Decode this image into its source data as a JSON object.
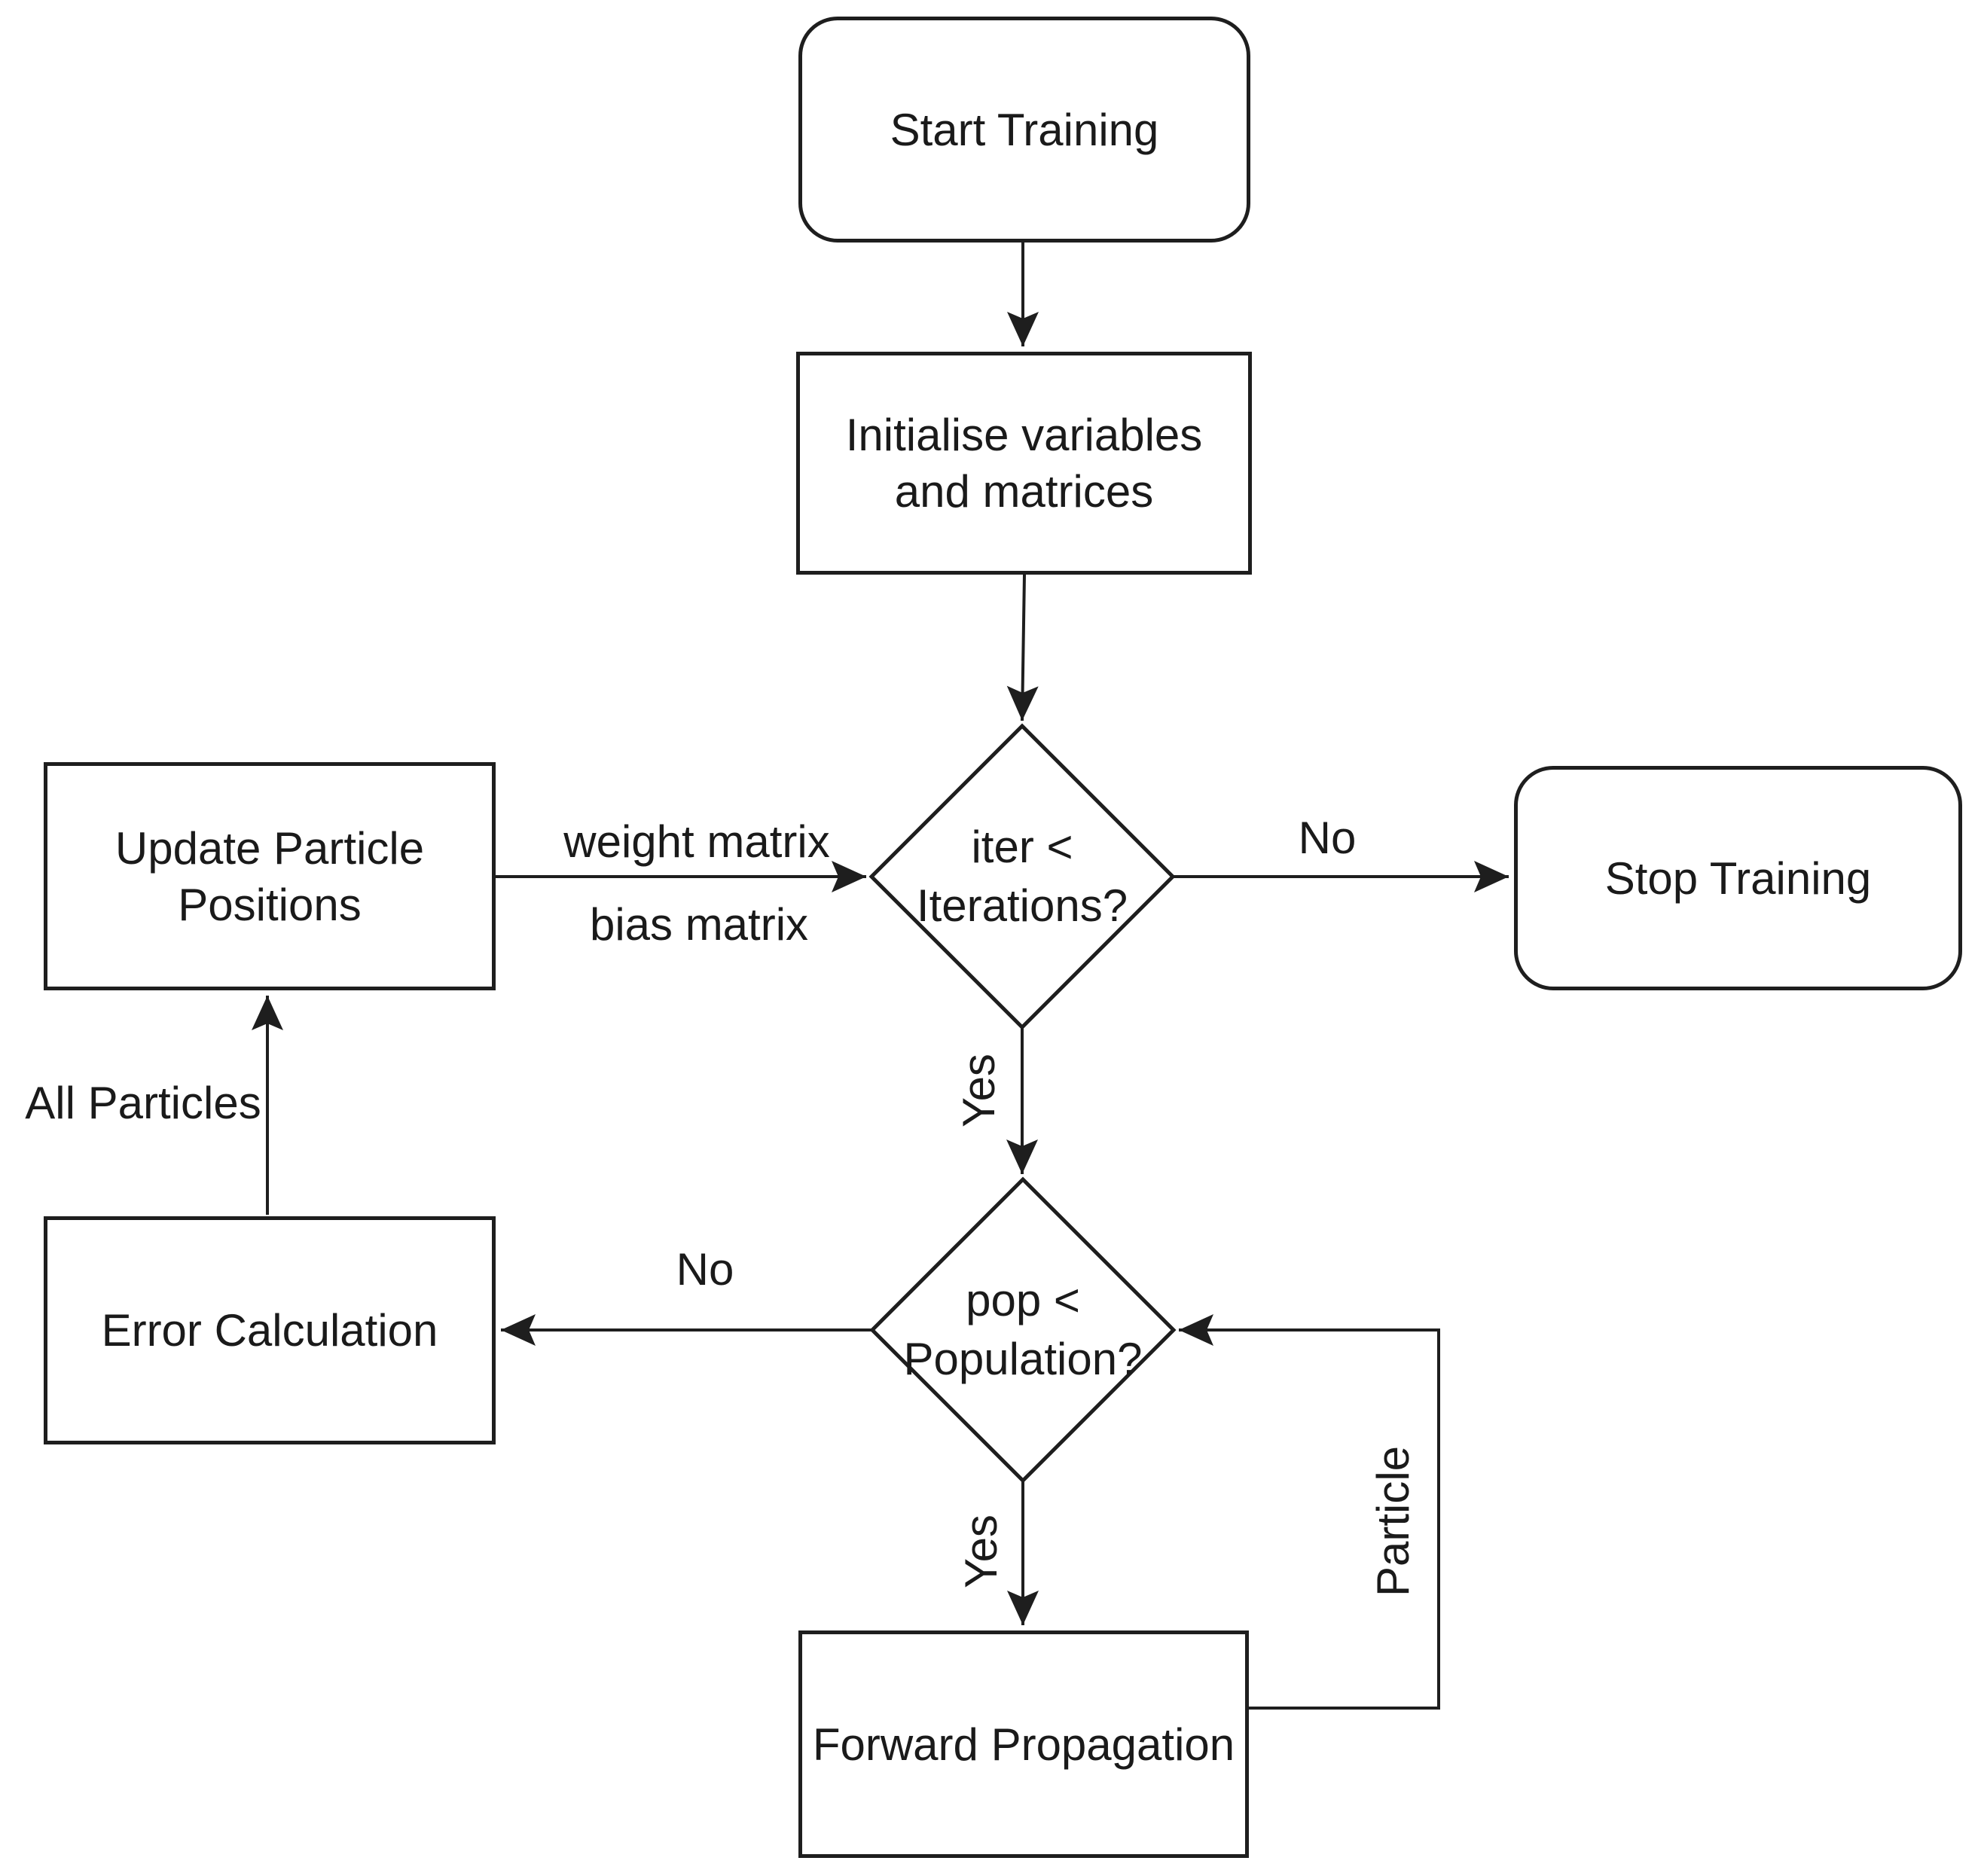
{
  "nodes": {
    "start": {
      "label": "Start Training",
      "shape": "rounded"
    },
    "initialise": {
      "label": "Initialise variables and matrices",
      "shape": "rect"
    },
    "iteration_check": {
      "label": "iter < Iterations?",
      "shape": "diamond"
    },
    "stop": {
      "label": "Stop Training",
      "shape": "rounded"
    },
    "update_particles": {
      "label": "Update Particle Positions",
      "shape": "rect"
    },
    "error_calculation": {
      "label": "Error Calculation",
      "shape": "rect"
    },
    "population_check": {
      "label": "pop < Population?",
      "shape": "diamond"
    },
    "forward_propagation": {
      "label": "Forward Propagation",
      "shape": "rect"
    }
  },
  "edge_labels": {
    "iteration_no": "No",
    "iteration_yes": "Yes",
    "population_no": "No",
    "population_yes": "Yes",
    "weight_matrix": "weight matrix",
    "bias_matrix": "bias matrix",
    "all_particles": "All Particles",
    "particle": "Particle"
  },
  "colors": {
    "line": "#1e1e1e",
    "text": "#1a1a1a",
    "background": "#ffffff"
  }
}
